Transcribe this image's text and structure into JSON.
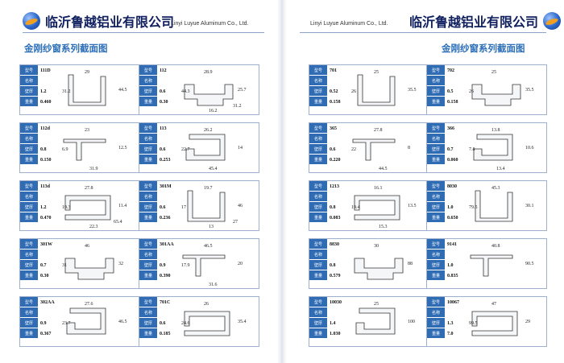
{
  "header": {
    "company_cn": "临沂鲁越铝业有限公司",
    "company_en": "Linyi Luyue Aluminum Co., Ltd.",
    "section_title": "金刚纱窗系列截面图"
  },
  "labels": {
    "model": "型号",
    "name": "名称",
    "thickness": "壁厚",
    "weight": "重量"
  },
  "left_cards": [
    {
      "model": "111D",
      "thickness": "1.2",
      "weight": "0.460",
      "dims": [
        "29",
        "44.5",
        "31.2"
      ]
    },
    {
      "model": "112",
      "thickness": "0.6",
      "weight": "0.30",
      "dims": [
        "28.9",
        "25.7",
        "44.3",
        "16.2",
        "31.2"
      ]
    },
    {
      "model": "112d",
      "thickness": "0.8",
      "weight": "0.150",
      "dims": [
        "23",
        "12.5",
        "6.9",
        "31.9"
      ]
    },
    {
      "model": "113",
      "thickness": "0.6",
      "weight": "0.253",
      "dims": [
        "26.2",
        "14",
        "22.7",
        "45.4"
      ]
    },
    {
      "model": "113d",
      "thickness": "1.2",
      "weight": "0.470",
      "dims": [
        "27.8",
        "11.4",
        "19.3",
        "22.3",
        "65.4"
      ]
    },
    {
      "model": "301M",
      "thickness": "0.6",
      "weight": "0.236",
      "dims": [
        "19.7",
        "46",
        "17",
        "13",
        "27"
      ]
    },
    {
      "model": "301W",
      "thickness": "0.7",
      "weight": "0.30",
      "dims": [
        "46",
        "32",
        "31"
      ]
    },
    {
      "model": "301AA",
      "thickness": "0.9",
      "weight": "0.390",
      "dims": [
        "46.5",
        "20",
        "17.9",
        "31.6"
      ]
    },
    {
      "model": "302AA",
      "thickness": "0.9",
      "weight": "0.367",
      "dims": [
        "27.6",
        "46.5",
        "23.7"
      ]
    },
    {
      "model": "701C",
      "thickness": "0.6",
      "weight": "0.185",
      "dims": [
        "26",
        "35.4",
        "24.6"
      ]
    }
  ],
  "right_cards": [
    {
      "model": "701",
      "thickness": "0.52",
      "weight": "0.158",
      "dims": [
        "25",
        "35.5",
        "26"
      ]
    },
    {
      "model": "702",
      "thickness": "0.5",
      "weight": "0.158",
      "dims": [
        "25",
        "35.5",
        "26"
      ]
    },
    {
      "model": "365",
      "thickness": "0.6",
      "weight": "0.220",
      "dims": [
        "27.8",
        "8",
        "22",
        "44.5"
      ]
    },
    {
      "model": "366",
      "thickness": "0.7",
      "weight": "0.060",
      "dims": [
        "13.8",
        "10.6",
        "7.8",
        "13.4"
      ]
    },
    {
      "model": "1213",
      "thickness": "0.8",
      "weight": "0.083",
      "dims": [
        "16.1",
        "13.5",
        "19.4",
        "15.3"
      ]
    },
    {
      "model": "8030",
      "thickness": "1.0",
      "weight": "0.650",
      "dims": [
        "45.3",
        "30.1",
        "79.5"
      ]
    },
    {
      "model": "8830",
      "thickness": "0.8",
      "weight": "0.579",
      "dims": [
        "30",
        "88"
      ]
    },
    {
      "model": "9141",
      "thickness": "1.0",
      "weight": "0.835",
      "dims": [
        "40.8",
        "90.5"
      ]
    },
    {
      "model": "10030",
      "thickness": "1.4",
      "weight": "1.030",
      "dims": [
        "25",
        "100"
      ]
    },
    {
      "model": "10067",
      "thickness": "1.3",
      "weight": "7.0",
      "dims": [
        "47",
        "29",
        "99.5"
      ]
    }
  ]
}
